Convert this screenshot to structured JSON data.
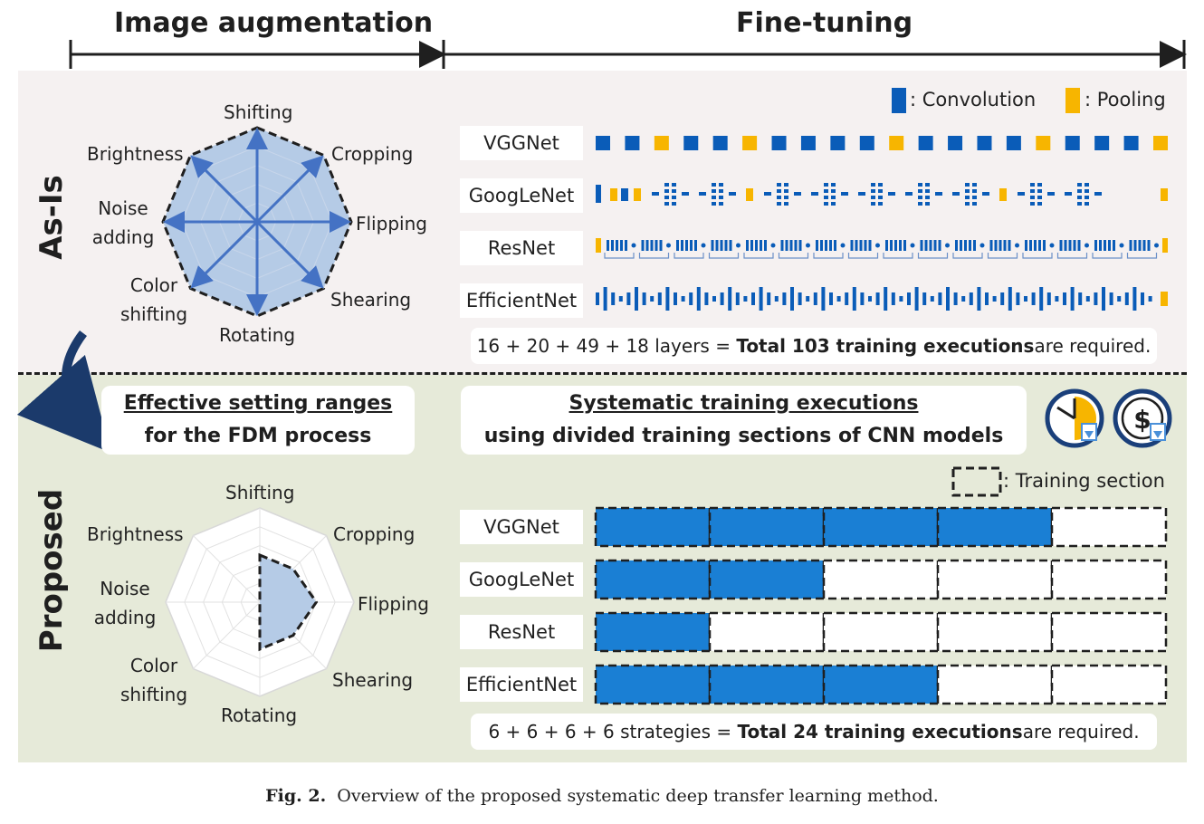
{
  "headers": {
    "left": "Image augmentation",
    "right": "Fine-tuning"
  },
  "sections": {
    "asis": "As-Is",
    "proposed": "Proposed"
  },
  "radar_labels": {
    "shifting": "Shifting",
    "cropping": "Cropping",
    "flipping": "Flipping",
    "shearing": "Shearing",
    "rotating": "Rotating",
    "color1": "Color",
    "color2": "shifting",
    "noise1": "Noise",
    "noise2": "adding",
    "brightness": "Brightness"
  },
  "legend": {
    "convolution": ": Convolution",
    "pooling": ": Pooling",
    "training_section": ": Training section"
  },
  "models": [
    "VGGNet",
    "GoogLeNet",
    "ResNet",
    "EfficientNet"
  ],
  "asis_summary": {
    "prefix": "16 + 20 + 49 + 18 layers = ",
    "bold": "Total 103 training executions",
    "suffix": " are required."
  },
  "effective_box": {
    "line1": "Effective setting ranges",
    "line2": "for the FDM process"
  },
  "systematic_box": {
    "line1": "Systematic training executions",
    "line2": "using divided training sections of CNN models"
  },
  "proposed_summary": {
    "prefix": "6 + 6 + 6 + 6 strategies = ",
    "bold": "Total 24 training executions",
    "suffix": " are required."
  },
  "training_sections": {
    "total": 5,
    "filled": [
      4,
      2,
      1,
      3
    ]
  },
  "proposed_radar_levels": {
    "shifting": 0.5,
    "cropping": 0.5,
    "flipping": 0.6,
    "shearing": 0.5,
    "rotating": 0.5,
    "color_shifting": 0,
    "noise_adding": 0,
    "brightness": 0
  },
  "caption": {
    "label": "Fig. 2.",
    "text": "Overview of the proposed systematic deep transfer learning method."
  },
  "colors": {
    "convolution": "#0a5cb8",
    "pooling": "#f7b500",
    "asis_bg": "#f5f1f1",
    "proposed_bg": "#e6ead9",
    "radar_fill": "#b5cbe6",
    "arrow": "#4472c4",
    "section_fill": "#1a7fd4"
  }
}
